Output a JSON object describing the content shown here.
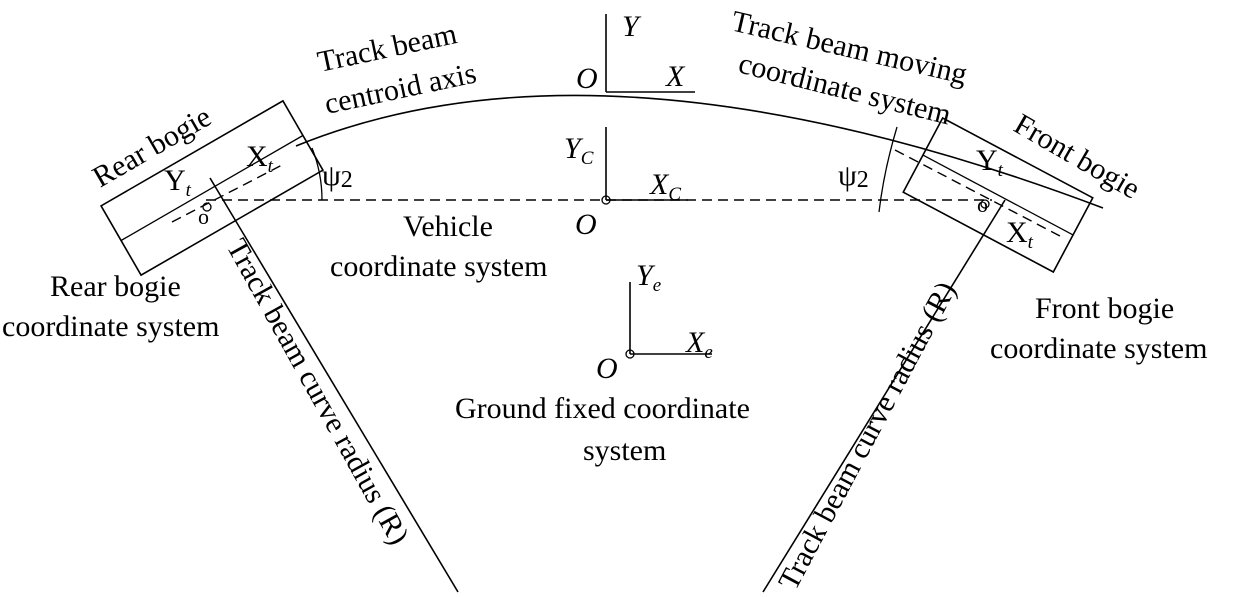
{
  "labels": {
    "track_beam_centroid_axis": [
      "Track beam",
      "centroid axis"
    ],
    "track_beam_moving_cs": [
      "Track beam moving",
      "coordinate system"
    ],
    "rear_bogie": "Rear bogie",
    "front_bogie": "Front bogie",
    "vehicle_cs": [
      "Vehicle",
      "coordinate system"
    ],
    "rear_bogie_cs": [
      "Rear bogie",
      "coordinate system"
    ],
    "front_bogie_cs": [
      "Front bogie",
      "coordinate system"
    ],
    "ground_fixed_cs": [
      "Ground fixed coordinate",
      "system"
    ],
    "radius_label": "Track beam curve radius (R)"
  },
  "axes": {
    "beam": {
      "origin": "O",
      "x": "X",
      "y": "Y"
    },
    "vehicle": {
      "origin": "O",
      "x": "X",
      "x_sub": "C",
      "y": "Y",
      "y_sub": "C"
    },
    "ground": {
      "origin": "O",
      "x": "X",
      "x_sub": "e",
      "y": "Y",
      "y_sub": "e"
    },
    "rear_bogie": {
      "x": "X",
      "x_sub": "t",
      "y": "Y",
      "y_sub": "t",
      "origin": "o"
    },
    "front_bogie": {
      "x": "X",
      "x_sub": "t",
      "y": "Y",
      "y_sub": "t",
      "origin": "o"
    }
  },
  "angles": {
    "rear": {
      "symbol": "ψ",
      "sub": "2"
    },
    "front": {
      "symbol": "ψ",
      "sub": "2"
    }
  }
}
